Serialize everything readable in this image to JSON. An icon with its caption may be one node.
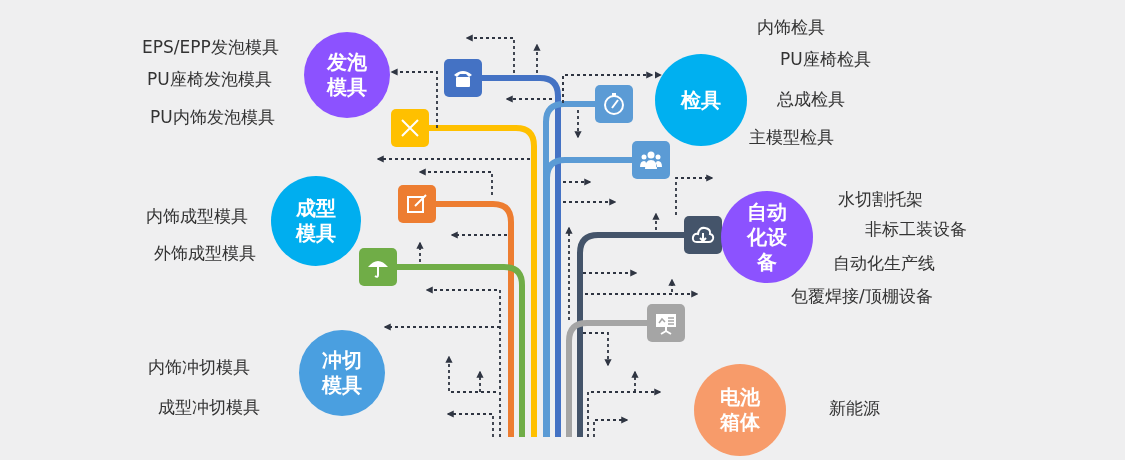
{
  "diagram": {
    "nodes": [
      {
        "text": [
          "发泡模具"
        ],
        "beside": [
          "EPS/EPP发泡模具",
          "PU座椅发泡模具",
          "PU内饰发泡模具"
        ]
      },
      {
        "text": [],
        "shape": "picture"
      },
      {
        "text": [
          "检具"
        ],
        "beside": [
          "内饰检具",
          "PU座椅检具",
          "总成检具",
          "主模型检具"
        ]
      },
      {
        "text": [],
        "shape": "picture"
      },
      {
        "text": [],
        "shape": "picture"
      },
      {
        "text": [],
        "shape": "picture"
      },
      {
        "text": [
          "成型模具"
        ],
        "beside": [
          "内饰成型模具",
          "外饰成型模具"
        ]
      },
      {
        "text": [],
        "shape": "picture"
      },
      {
        "text": [],
        "shape": "picture"
      },
      {
        "text": [
          "自动化设备"
        ],
        "beside": [
          "水切割托架",
          "非标工装设备",
          "自动化生产线",
          "包覆焊接/顶棚设备"
        ]
      },
      {
        "text": [],
        "shape": "picture"
      },
      {
        "text": [],
        "shape": "picture"
      },
      {
        "text": [
          "冲切模具"
        ],
        "beside": [
          "内饰冲切模具",
          "成型冲切模具"
        ]
      },
      {
        "text": [
          "电池箱体"
        ],
        "beside": [
          "新能源"
        ]
      }
    ],
    "edges": [
      {
        "from": 1,
        "to": null,
        "arrow": "none",
        "color": "#4472c4"
      },
      {
        "from": 3,
        "to": null,
        "arrow": "none",
        "color": "#ffc000"
      },
      {
        "from": 4,
        "to": null,
        "arrow": "none",
        "color": "#5b9bd5"
      },
      {
        "from": 5,
        "to": null,
        "arrow": "none",
        "color": "#5b9bd5"
      },
      {
        "from": 7,
        "to": null,
        "arrow": "none",
        "color": "#ed7d31"
      },
      {
        "from": 10,
        "to": null,
        "arrow": "none",
        "color": "#70ad47"
      },
      {
        "from": 8,
        "to": null,
        "arrow": "none",
        "color": "#44546a"
      },
      {
        "from": 11,
        "to": null,
        "arrow": "none",
        "color": "#a5a5a5"
      },
      {
        "from": null,
        "to": 2,
        "arrow": "to",
        "style": "dashed",
        "color": "#2f3542"
      },
      {
        "from": 3,
        "to": 0,
        "arrow": "to",
        "style": "dashed",
        "color": "#2f3542"
      }
    ]
  }
}
